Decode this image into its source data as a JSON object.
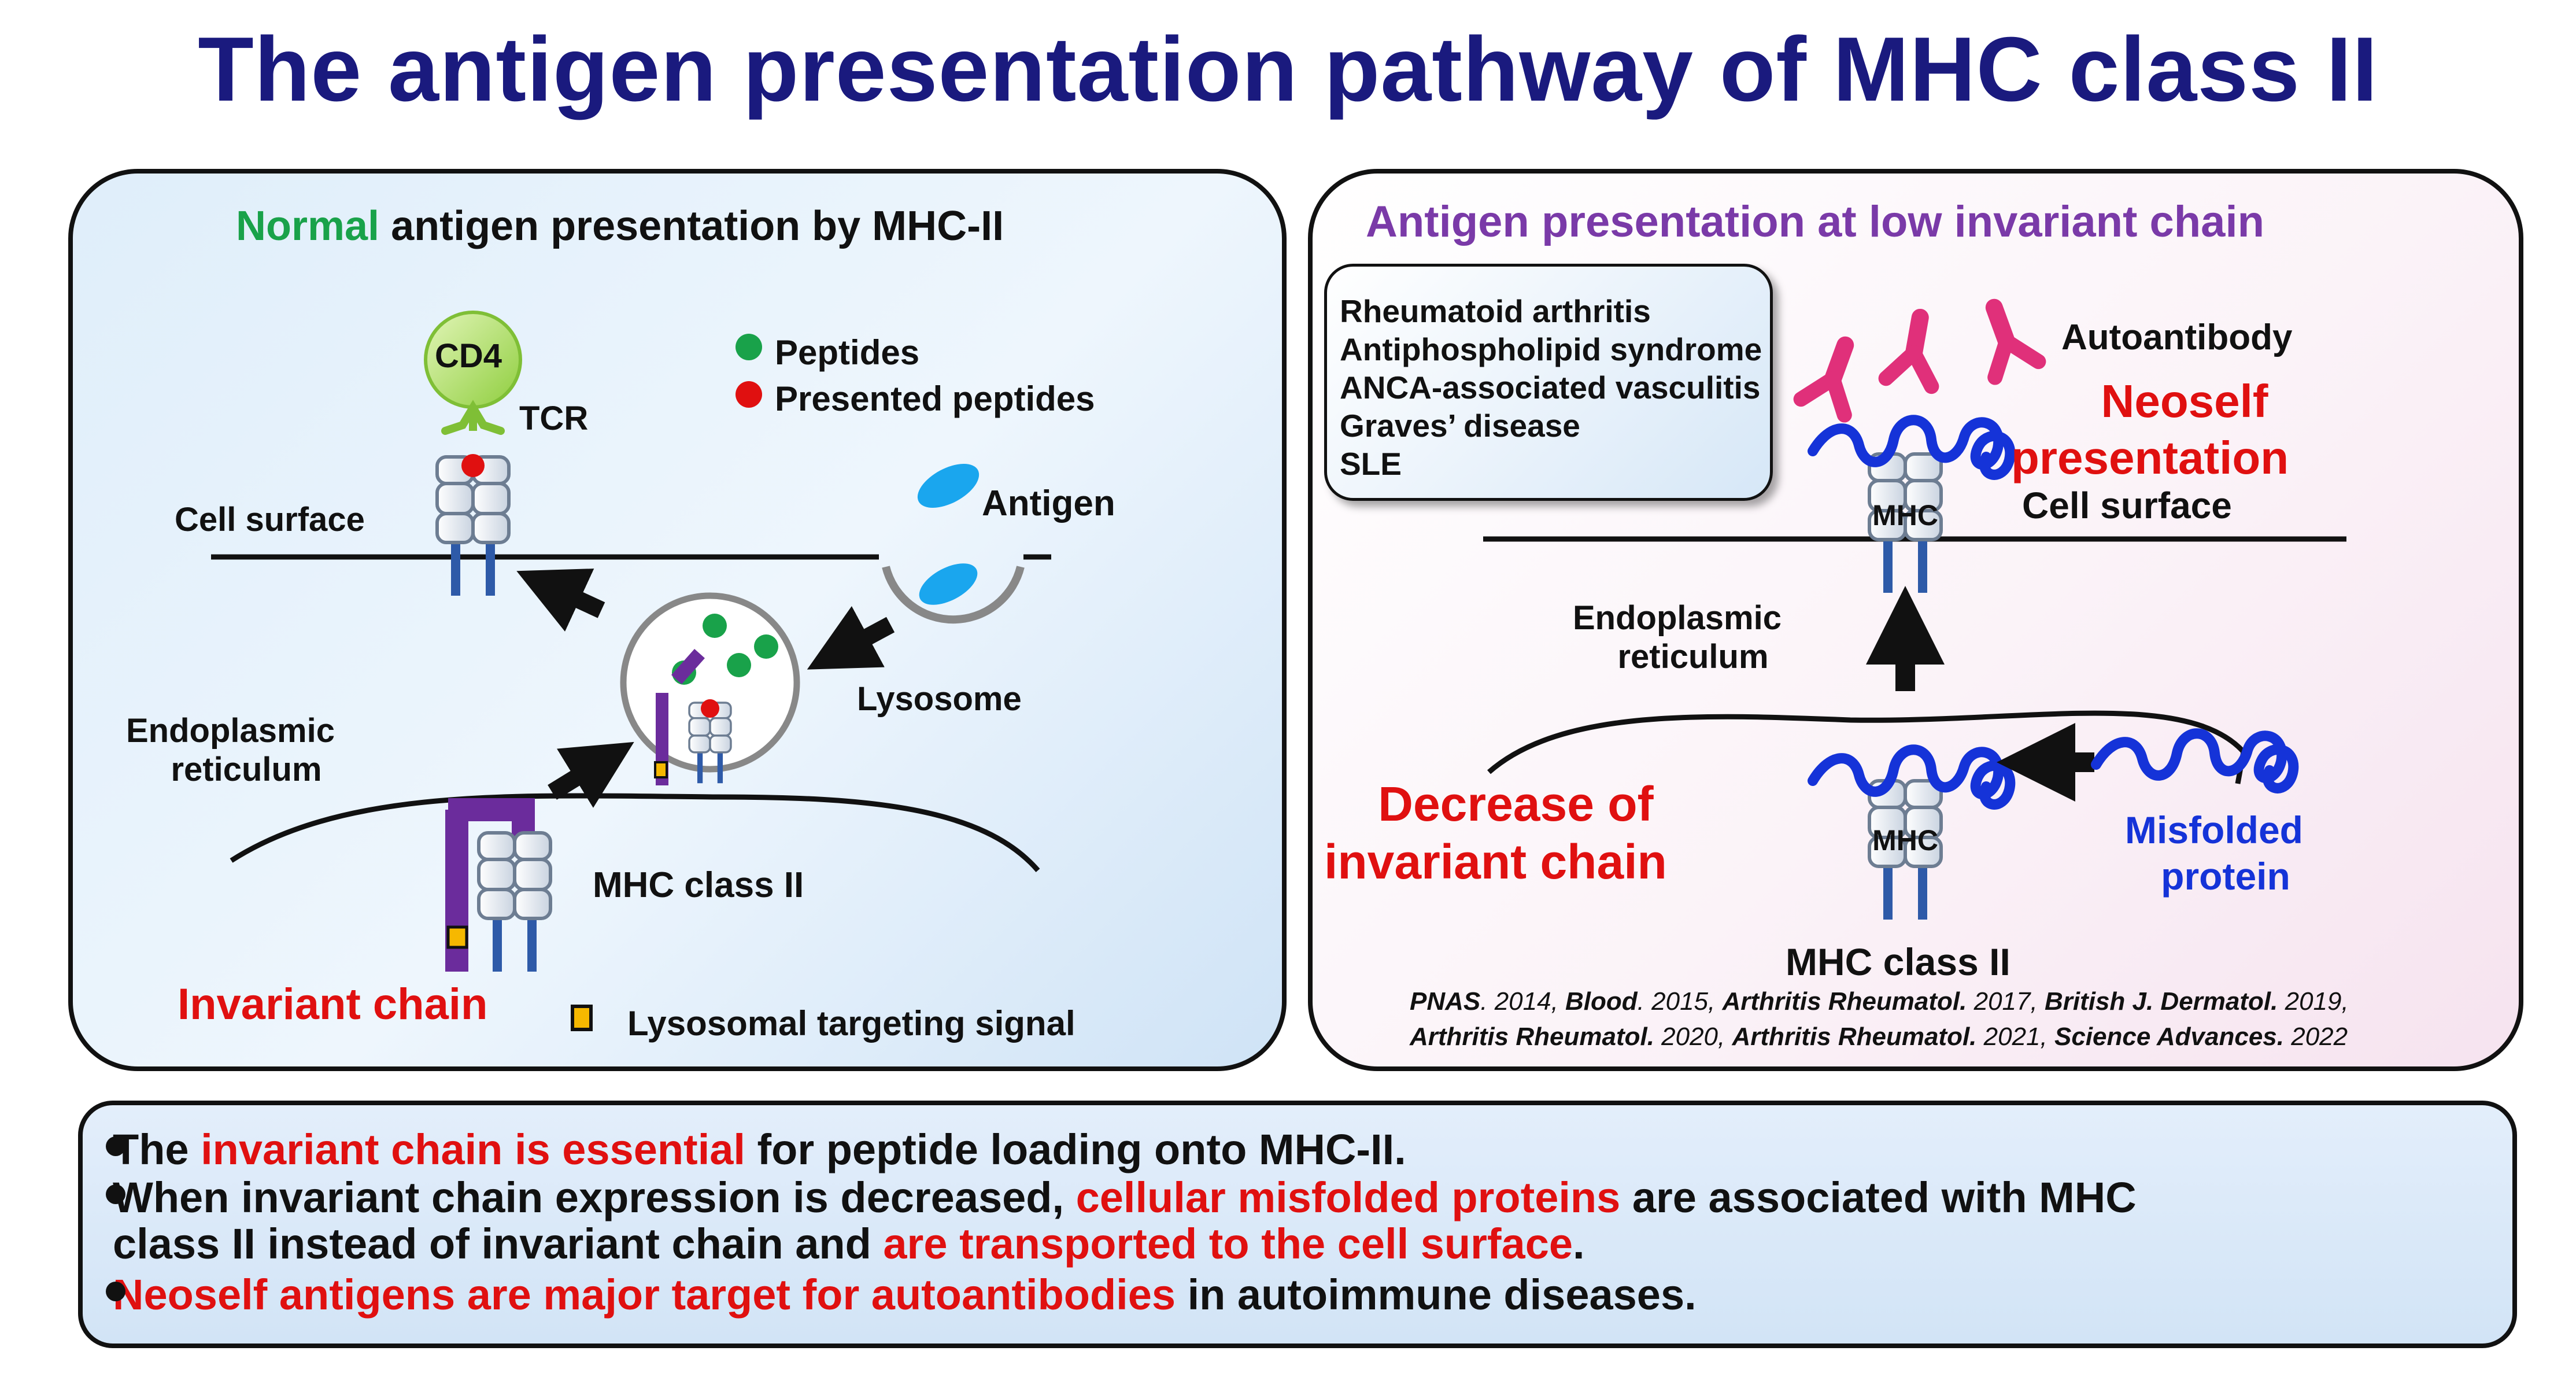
{
  "title": "The antigen presentation pathway of MHC class II",
  "left": {
    "heading_highlight": "Normal",
    "heading_rest": " antigen presentation by MHC-II",
    "cd4": "CD4",
    "tcr": "TCR",
    "legend_peptides": "Peptides",
    "legend_presented": "Presented peptides",
    "cell_surface": "Cell surface",
    "antigen": "Antigen",
    "lysosome": "Lysosome",
    "er_line1": "Endoplasmic",
    "er_line2": "reticulum",
    "mhc_class_ii": "MHC class II",
    "invariant_chain": "Invariant chain",
    "lysosomal_signal": "Lysosomal targeting signal"
  },
  "right": {
    "heading": "Antigen presentation at low invariant chain",
    "diseases": [
      "Rheumatoid arthritis",
      "Antiphospholipid syndrome",
      "ANCA-associated vasculitis",
      "Graves’ disease",
      "SLE"
    ],
    "autoantibody": "Autoantibody",
    "neoself_line1": "Neoself",
    "neoself_line2": "presentation",
    "cell_surface": "Cell surface",
    "mhc": "MHC",
    "er_line1": "Endoplasmic",
    "er_line2": "reticulum",
    "decrease_line1": "Decrease of",
    "decrease_line2": "invariant chain",
    "misfolded_line1": "Misfolded",
    "misfolded_line2": "protein",
    "mhc_class_ii": "MHC class II",
    "refs_line1": [
      {
        "j": "PNAS",
        "y": ". 2014, "
      },
      {
        "j": "Blood",
        "y": ". 2015, "
      },
      {
        "j": "Arthritis Rheumatol.",
        "y": " 2017, "
      },
      {
        "j": "British J. Dermatol.",
        "y": " 2019,"
      }
    ],
    "refs_line2": [
      {
        "j": "Arthritis Rheumatol.",
        "y": " 2020, "
      },
      {
        "j": "Arthritis Rheumatol.",
        "y": " 2021, "
      },
      {
        "j": "Science Advances.",
        "y": " 2022"
      }
    ]
  },
  "bullets": {
    "b1_a": "The ",
    "b1_red": "invariant chain is essential",
    "b1_b": " for peptide loading onto MHC-II.",
    "b2_a": "When invariant chain expression is decreased, ",
    "b2_red1": "cellular misfolded proteins",
    "b2_b": " are associated with MHC",
    "b2_c": "class II instead of invariant chain and ",
    "b2_red2": "are transported to the cell surface",
    "b2_d": ".",
    "b3_red": "Neoself antigens are major target for autoantibodies",
    "b3_b": " in autoimmune diseases."
  },
  "colors": {
    "title": "#1a1a7e",
    "highlight_red": "#e01010",
    "normal_green": "#19a24a",
    "heading_purple": "#7a3aa8",
    "misfolded_blue": "#1533d8",
    "invariant_purple": "#6b2c9c",
    "antibody_pink": "#e0307a",
    "antigen_cyan": "#1aa6ee",
    "signal_yellow": "#f6b800"
  }
}
